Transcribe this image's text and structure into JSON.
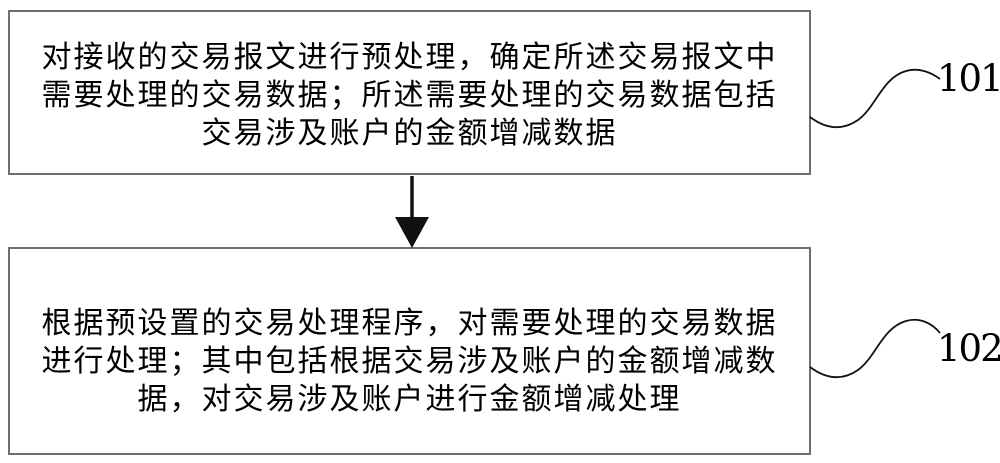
{
  "figure": {
    "type": "flowchart",
    "steps": [
      {
        "label": "101",
        "lines": [
          "对接收的交易报文进行预处理，确定所述交易报文中",
          "需要处理的交易数据；所述需要处理的交易数据包括",
          "交易涉及账户的金额增减数据"
        ]
      },
      {
        "label": "102",
        "lines": [
          "根据预设置的交易处理程序，对需要处理的交易数据",
          "进行处理；其中包括根据交易涉及账户的金额增减数",
          "据，对交易涉及账户进行金额增减处理"
        ]
      }
    ],
    "colors": {
      "box_border": "#6e6e6e",
      "text": "#000000",
      "connector": "#111111"
    }
  }
}
